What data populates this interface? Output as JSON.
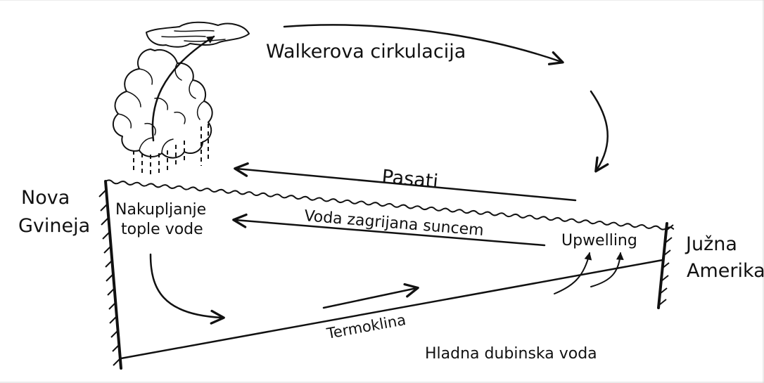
{
  "labels": {
    "walker": "Walkerova cirkulacija",
    "pasati": "Pasati",
    "voda": "Voda zagrijana suncem",
    "nakupljanje_1": "Nakupljanje",
    "nakupljanje_2": "tople vode",
    "upwelling": "Upwelling",
    "termoklina": "Termoklina",
    "hladna": "Hladna dubinska voda",
    "nova_1": "Nova",
    "nova_2": "Gvineja",
    "juzna_1": "Južna",
    "juzna_2": "Amerika"
  },
  "icons": {
    "cloud": "cumulonimbus-cloud-icon",
    "rain": "rain-icon"
  }
}
